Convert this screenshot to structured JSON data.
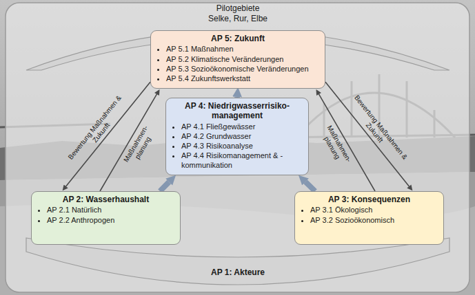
{
  "diagram": {
    "nodes": [
      {
        "text": [
          "Pilotgebiete",
          "Selke, Rur, Elbe"
        ]
      },
      {
        "text": [
          "AP 5: Zukunft",
          "AP 5.1 Maßnahmen",
          "AP 5.2 Klimatische Veränderungen",
          "AP 5.3 Sozioökonomische Veränderungen",
          "AP 5.4 Zukunftswerkstatt"
        ]
      },
      {
        "text": [
          "AP 4: Niedrigwasserrisiko- management",
          "AP 4.1 Fließgewässer",
          "AP 4.2 Grundwasser",
          "AP 4.3 Risikoanalyse",
          "AP 4.4 Risikomanagement & -kommunikation"
        ]
      },
      {
        "text": [
          "AP 2: Wasserhaushalt",
          "AP 2.1 Natürlich",
          "AP 2.2 Anthropogen"
        ]
      },
      {
        "text": [
          "AP 3: Konsequenzen",
          "AP 3.1 Ökologisch",
          "AP 3.2 Sozioökonomisch"
        ]
      },
      {
        "text": [
          "AP 1: Akteure"
        ]
      }
    ],
    "edges": [
      {
        "from": 1,
        "to": 3,
        "arrow": "to",
        "label": "Bewertung Maßnahmen & Zukunft"
      },
      {
        "from": 3,
        "to": 1,
        "arrow": "to",
        "label": "Maßnahmen- planung"
      },
      {
        "from": 1,
        "to": 4,
        "arrow": "to",
        "label": "Bewertung Maßnahmen & Zukunft"
      },
      {
        "from": 4,
        "to": 1,
        "arrow": "to",
        "label": "Maßnahmen- planung"
      },
      {
        "from": 3,
        "to": 2,
        "arrow": "to"
      },
      {
        "from": 4,
        "to": 2,
        "arrow": "to"
      },
      {
        "from": 2,
        "to": 1,
        "arrow": "to"
      }
    ]
  }
}
